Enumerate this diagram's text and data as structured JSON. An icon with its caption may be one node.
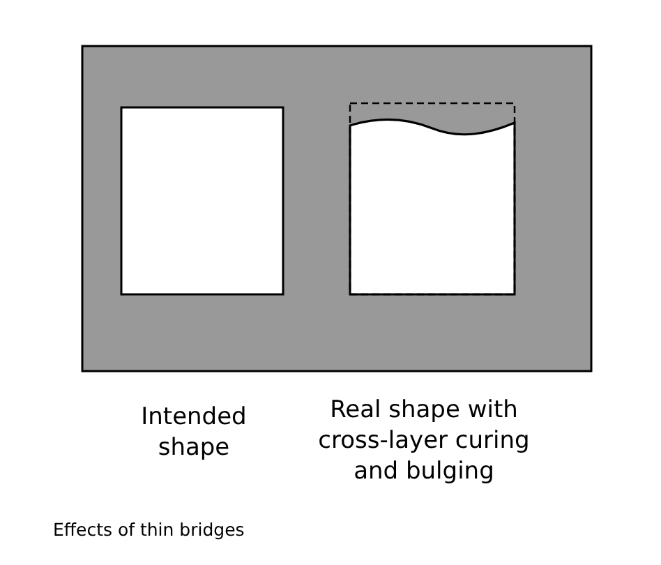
{
  "diagram": {
    "caption": "Effects of thin bridges",
    "labels": [
      "Intended shape",
      "Real shape with cross-layer curing and bulging"
    ]
  }
}
